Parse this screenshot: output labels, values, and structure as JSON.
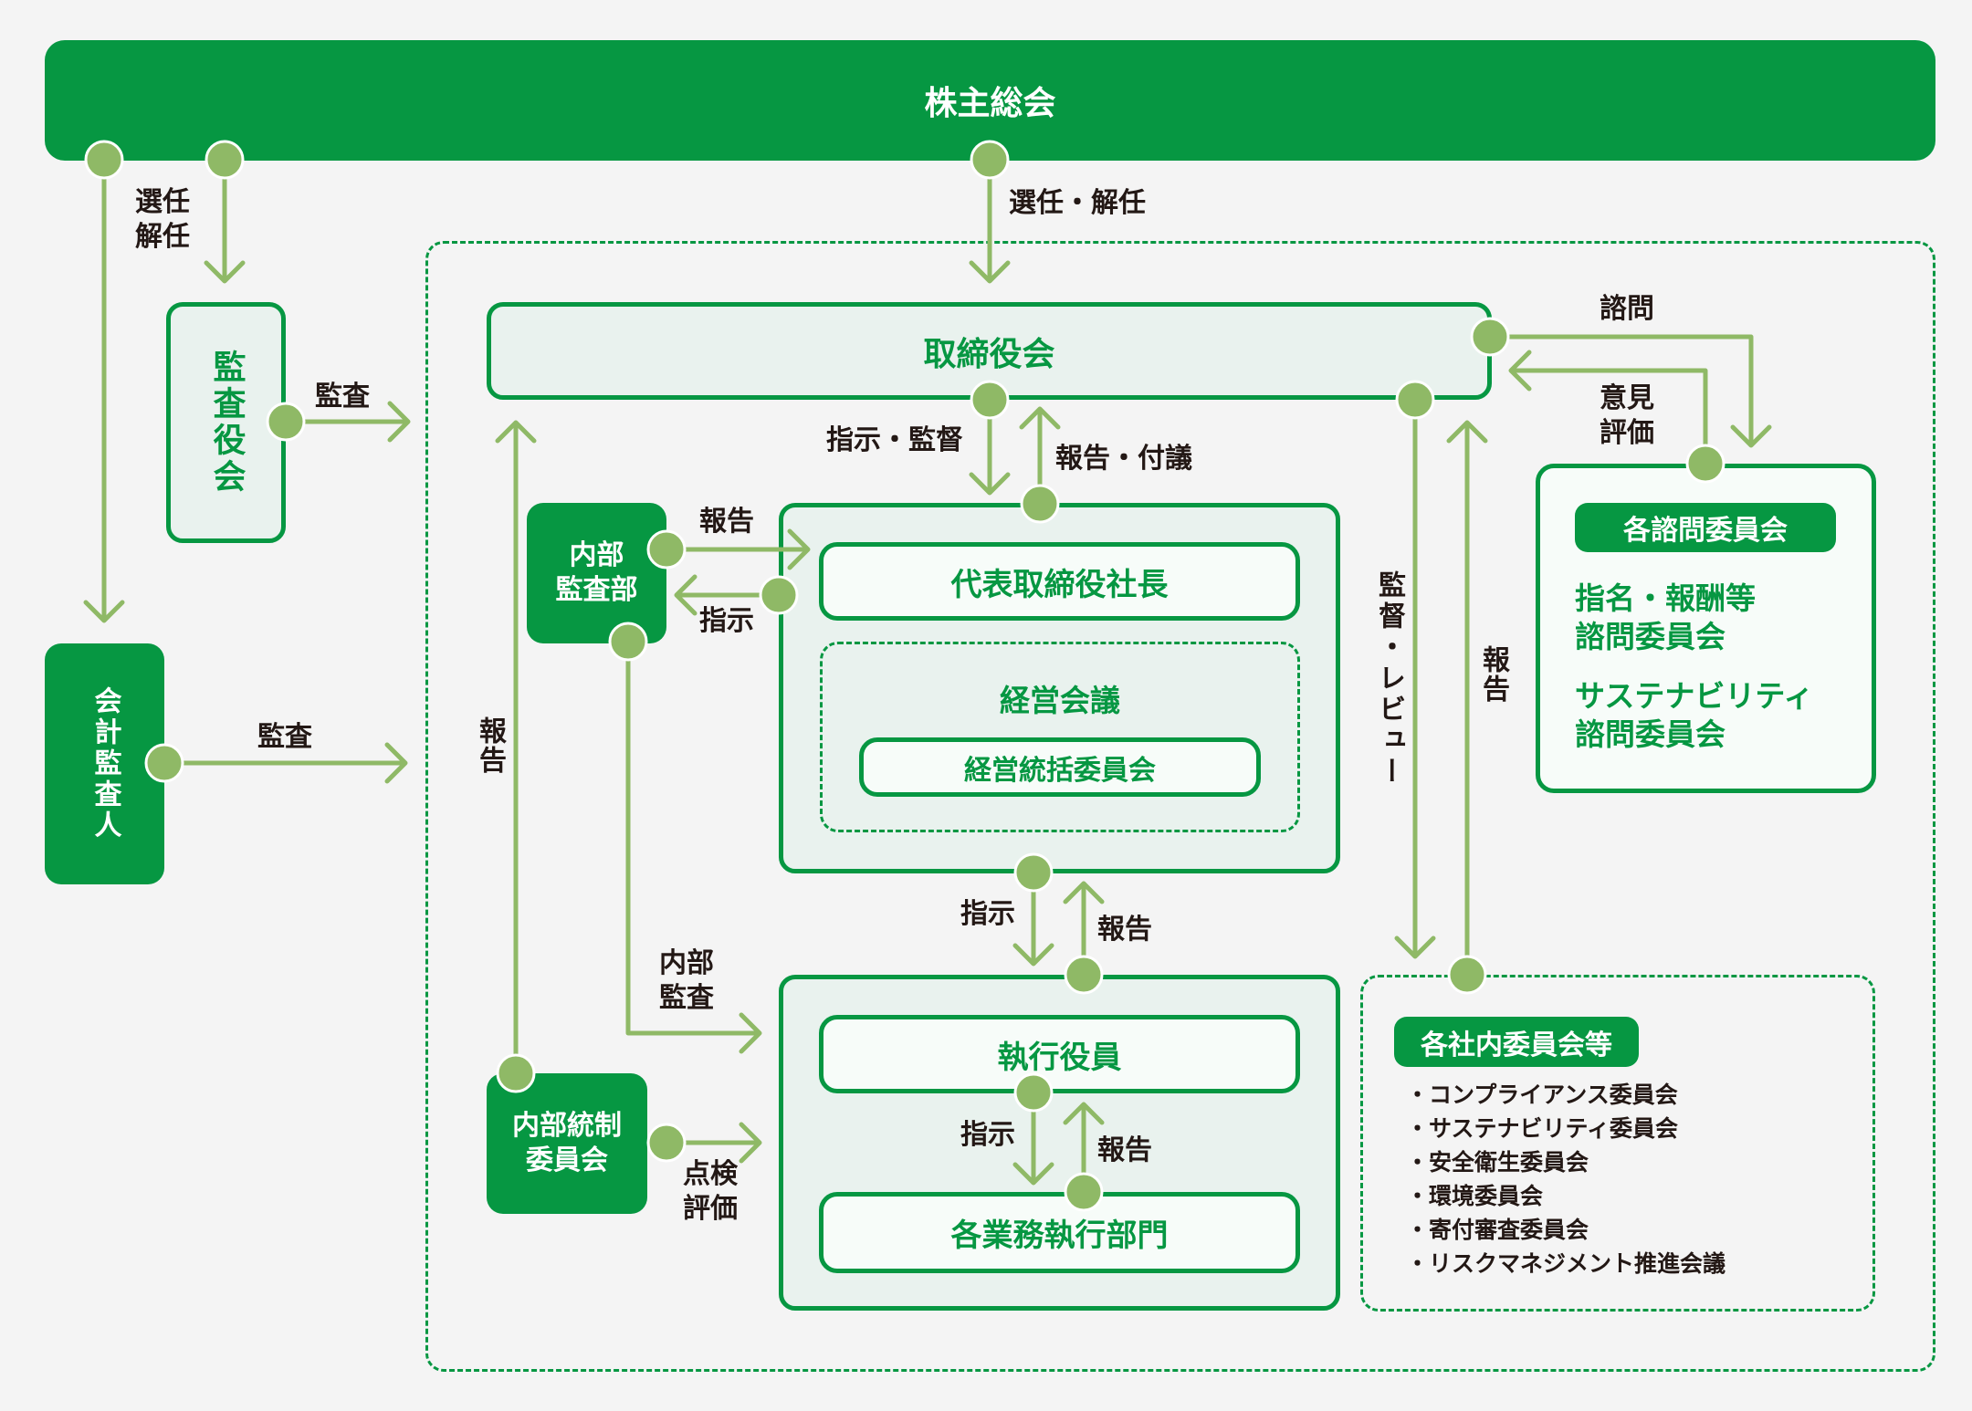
{
  "colors": {
    "primary": "#069742",
    "connector": "#8fb966",
    "light_fill": "#e9f2ee",
    "text": "#231815",
    "background": "#f4f4f4"
  },
  "nodes": {
    "shareholders_meeting": "株主総会",
    "audit_board": "監査役会",
    "accounting_auditor": "会計監査人",
    "board_of_directors": "取締役会",
    "internal_audit_dept_line1": "内部",
    "internal_audit_dept_line2": "監査部",
    "president": "代表取締役社長",
    "management_meeting": "経営会議",
    "management_committee": "経営統括委員会",
    "internal_control_line1": "内部統制",
    "internal_control_line2": "委員会",
    "executive_officers": "執行役員",
    "business_departments": "各業務執行部門"
  },
  "advisory": {
    "header": "各諮問委員会",
    "items": [
      {
        "line1": "指名・報酬等",
        "line2": "諮問委員会"
      },
      {
        "line1": "サステナビリティ",
        "line2": "諮問委員会"
      }
    ]
  },
  "internal_committees": {
    "header": "各社内委員会等",
    "items": [
      "・コンプライアンス委員会",
      "・サステナビリティ委員会",
      "・安全衛生委員会",
      "・環境委員会",
      "・寄付審査委員会",
      "・リスクマネジメント推進会議"
    ]
  },
  "edge_labels": {
    "elect_dismiss_line1": "選任",
    "elect_dismiss_line2": "解任",
    "elect_dismiss_board": "選任・解任",
    "audit_from_audit_board": "監査",
    "audit_from_accounting": "監査",
    "consult": "諮問",
    "opinion_line1": "意見",
    "opinion_line2": "評価",
    "instruct_supervise": "指示・監督",
    "report_propose": "報告・付議",
    "report_to_president": "報告",
    "instruct_to_audit": "指示",
    "report_to_board_vertical": "報告",
    "supervise_review": "監督・レビュー",
    "report_from_committees": "報告",
    "instruct_mgmt_exec": "指示",
    "report_exec_mgmt": "報告",
    "internal_audit_line1": "内部",
    "internal_audit_line2": "監査",
    "inspect_line1": "点検",
    "inspect_line2": "評価",
    "instruct_exec_depts": "指示",
    "report_depts_exec": "報告"
  }
}
